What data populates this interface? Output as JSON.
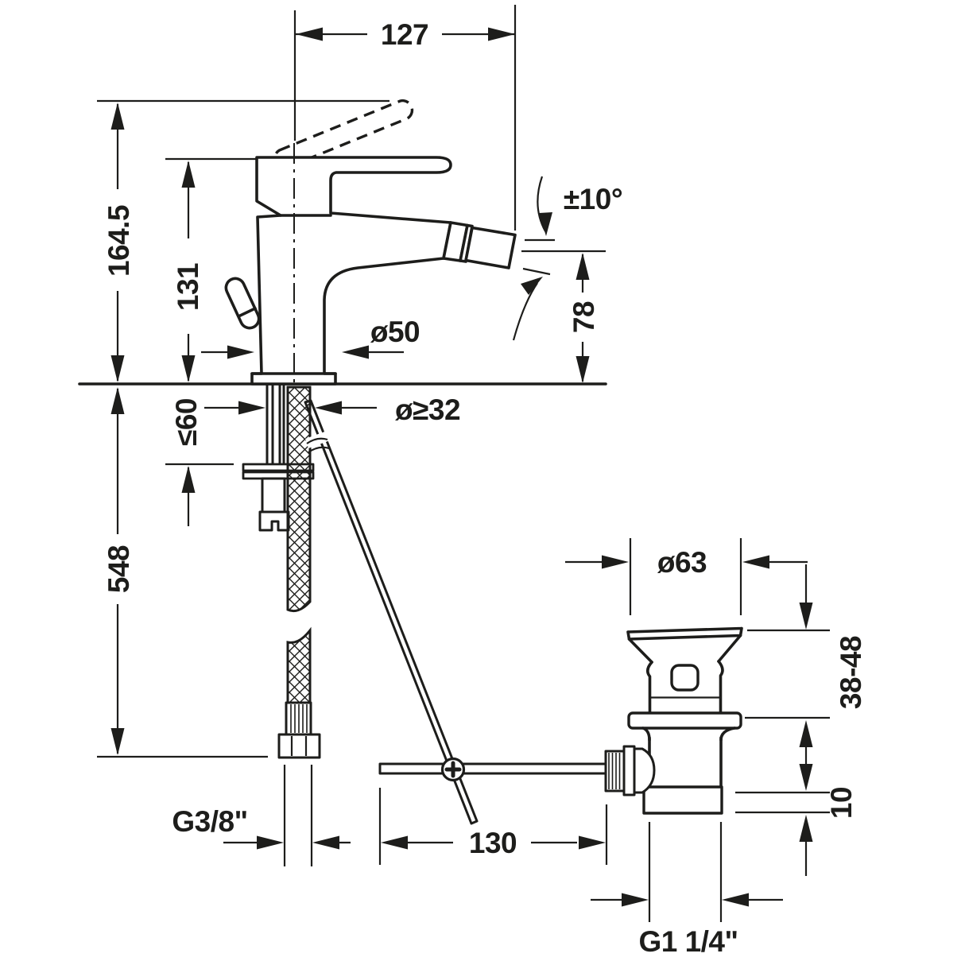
{
  "drawing": {
    "background": "#ffffff",
    "line_color": "#1d1d1b",
    "dimensions": {
      "spout_reach": "127",
      "max_handle_height": "164.5",
      "body_height": "131",
      "swivel_angle": "±10°",
      "spout_outlet_height": "78",
      "base_diameter": "ø50",
      "required_hole_diameter": "ø≥32",
      "max_deck_thickness": "≤60",
      "hose_length": "548",
      "waste_flange_diameter": "ø63",
      "basin_thickness_range": "38-48",
      "flange_height": "10",
      "rod_length": "130",
      "supply_thread": "G3/8\"",
      "waste_thread": "G1 1/4\""
    }
  }
}
